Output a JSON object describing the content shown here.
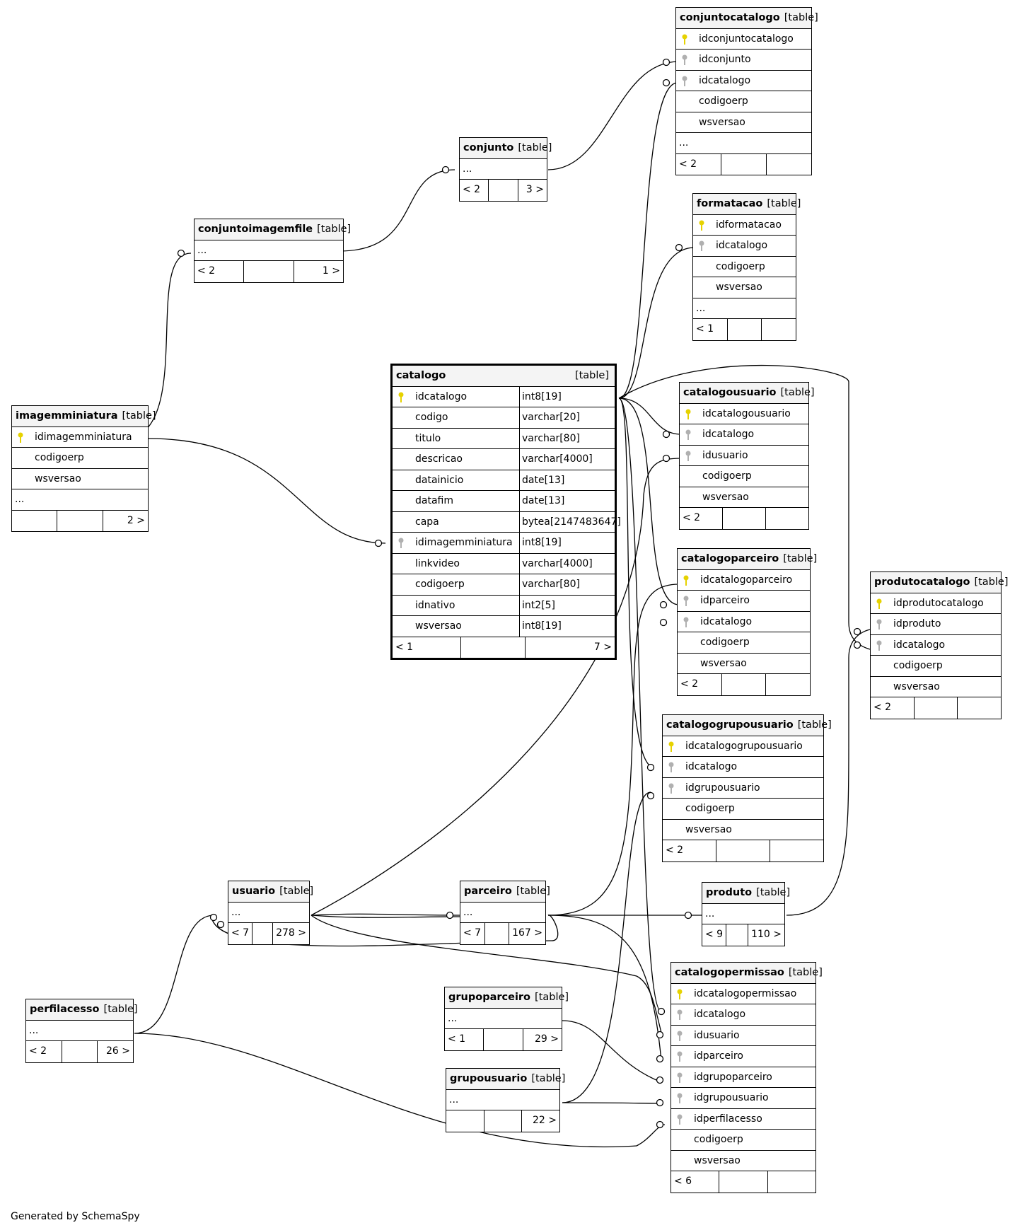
{
  "credit": "Generated by SchemaSpy",
  "type_label": "[table]",
  "ellipsis": "...",
  "tables": {
    "conjuntocatalogo": {
      "name": "conjuntocatalogo",
      "columns": [
        "idconjuntocatalogo",
        "idconjunto",
        "idcatalogo",
        "codigoerp",
        "wsversao"
      ],
      "footer": [
        "< 2",
        "",
        ""
      ]
    },
    "conjunto": {
      "name": "conjunto",
      "footer": [
        "< 2",
        "",
        "3 >"
      ]
    },
    "conjuntoimagemfile": {
      "name": "conjuntoimagemfile",
      "footer": [
        "< 2",
        "",
        "1 >"
      ]
    },
    "formatacao": {
      "name": "formatacao",
      "columns": [
        "idformatacao",
        "idcatalogo",
        "codigoerp",
        "wsversao"
      ],
      "footer": [
        "< 1",
        "",
        ""
      ]
    },
    "imagemminiatura": {
      "name": "imagemminiatura",
      "columns": [
        "idimagemminiatura",
        "codigoerp",
        "wsversao"
      ],
      "footer": [
        "",
        "",
        "2 >"
      ]
    },
    "catalogo": {
      "name": "catalogo",
      "columns": [
        {
          "name": "idcatalogo",
          "type": "int8[19]"
        },
        {
          "name": "codigo",
          "type": "varchar[20]"
        },
        {
          "name": "titulo",
          "type": "varchar[80]"
        },
        {
          "name": "descricao",
          "type": "varchar[4000]"
        },
        {
          "name": "datainicio",
          "type": "date[13]"
        },
        {
          "name": "datafim",
          "type": "date[13]"
        },
        {
          "name": "capa",
          "type": "bytea[2147483647]"
        },
        {
          "name": "idimagemminiatura",
          "type": "int8[19]"
        },
        {
          "name": "linkvideo",
          "type": "varchar[4000]"
        },
        {
          "name": "codigoerp",
          "type": "varchar[80]"
        },
        {
          "name": "idnativo",
          "type": "int2[5]"
        },
        {
          "name": "wsversao",
          "type": "int8[19]"
        }
      ],
      "footer": [
        "< 1",
        "",
        "7 >"
      ]
    },
    "catalogousuario": {
      "name": "catalogousuario",
      "columns": [
        "idcatalogousuario",
        "idcatalogo",
        "idusuario",
        "codigoerp",
        "wsversao"
      ],
      "footer": [
        "< 2",
        "",
        ""
      ]
    },
    "catalogoparceiro": {
      "name": "catalogoparceiro",
      "columns": [
        "idcatalogoparceiro",
        "idparceiro",
        "idcatalogo",
        "codigoerp",
        "wsversao"
      ],
      "footer": [
        "< 2",
        "",
        ""
      ]
    },
    "produtocatalogo": {
      "name": "produtocatalogo",
      "columns": [
        "idprodutocatalogo",
        "idproduto",
        "idcatalogo",
        "codigoerp",
        "wsversao"
      ],
      "footer": [
        "< 2",
        "",
        ""
      ]
    },
    "catalogogrupousuario": {
      "name": "catalogogrupousuario",
      "columns": [
        "idcatalogogrupousuario",
        "idcatalogo",
        "idgrupousuario",
        "codigoerp",
        "wsversao"
      ],
      "footer": [
        "< 2",
        "",
        ""
      ]
    },
    "usuario": {
      "name": "usuario",
      "footer": [
        "< 7",
        "",
        "278 >"
      ]
    },
    "parceiro": {
      "name": "parceiro",
      "footer": [
        "< 7",
        "",
        "167 >"
      ]
    },
    "produto": {
      "name": "produto",
      "footer": [
        "< 9",
        "",
        "110 >"
      ]
    },
    "catalogopermissao": {
      "name": "catalogopermissao",
      "columns": [
        "idcatalogopermissao",
        "idcatalogo",
        "idusuario",
        "idparceiro",
        "idgrupoparceiro",
        "idgrupousuario",
        "idperfilacesso",
        "codigoerp",
        "wsversao"
      ],
      "footer": [
        "< 6",
        "",
        ""
      ]
    },
    "perfilacesso": {
      "name": "perfilacesso",
      "footer": [
        "< 2",
        "",
        "26 >"
      ]
    },
    "grupoparceiro": {
      "name": "grupoparceiro",
      "footer": [
        "< 1",
        "",
        "29 >"
      ]
    },
    "grupousuario": {
      "name": "grupousuario",
      "footer": [
        "",
        "",
        "22 >"
      ]
    }
  },
  "colors": {
    "primary_key": "#e6d200",
    "foreign_key": "#b0b0b0",
    "header_bg": "#f4f4f4"
  }
}
